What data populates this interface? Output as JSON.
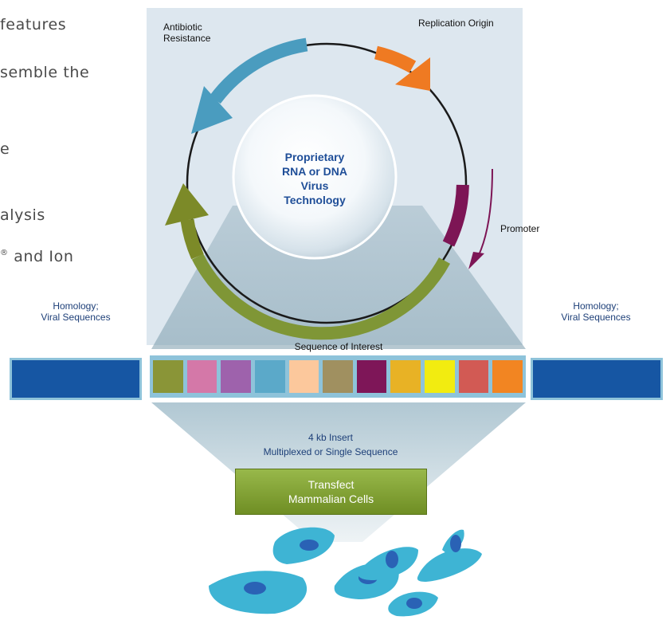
{
  "background_text": [
    {
      "text": "features"
    },
    {
      "text": "semble the"
    },
    {
      "text": "e"
    },
    {
      "text": "alysis"
    },
    {
      "text": "and Ion",
      "sup": "®"
    }
  ],
  "plasmid": {
    "labels": {
      "antibiotic": "Antibiotic\nResistance",
      "replication": "Replication Origin",
      "promoter": "Promoter"
    },
    "center": [
      "Proprietary",
      "RNA or DNA",
      "Virus",
      "Technology"
    ],
    "colors": {
      "antibiotic": "#4a9cbf",
      "replication": "#ef7a22",
      "promoter": "#7d1555",
      "insert_arc": "#7f9636",
      "arrow_olive": "#7c8a28",
      "circle_line": "#1a1a1a"
    }
  },
  "homology": {
    "left": "Homology;\nViral Sequences",
    "right": "Homology;\nViral Sequences",
    "color": "#1656a3"
  },
  "sequence": {
    "title": "Sequence of Interest",
    "segments": [
      {
        "color": "#8a9537"
      },
      {
        "color": "#d478a8"
      },
      {
        "color": "#9e62ac"
      },
      {
        "color": "#5ba9c9"
      },
      {
        "color": "#fcc89c"
      },
      {
        "color": "#a09060"
      },
      {
        "color": "#7e1658"
      },
      {
        "color": "#e8b225"
      },
      {
        "color": "#f2ec10"
      },
      {
        "color": "#d25a54"
      },
      {
        "color": "#f28522"
      }
    ]
  },
  "insert": {
    "line1": "4 kb Insert",
    "line2": "Multiplexed or Single Sequence"
  },
  "action": {
    "line1": "Transfect",
    "line2": "Mammalian Cells"
  },
  "cells": {
    "body_color": "#3eb4d4",
    "nucleus_color": "#2a62b5"
  }
}
